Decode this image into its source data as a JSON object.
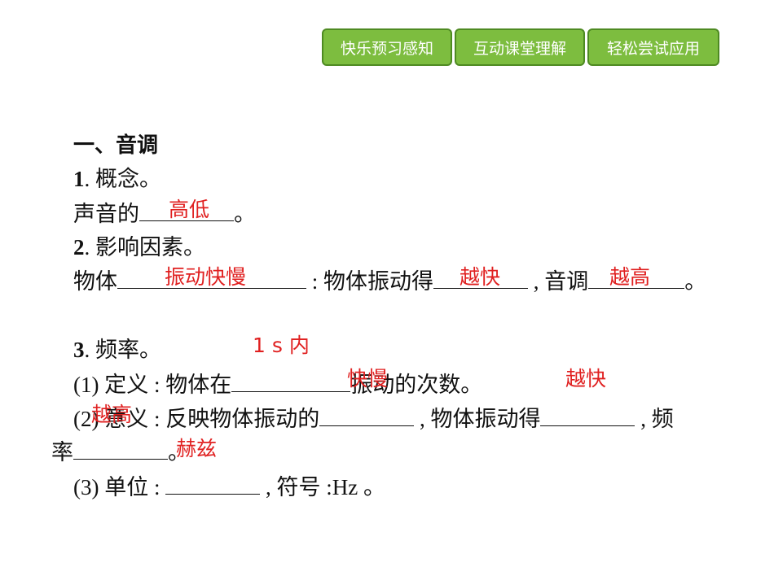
{
  "nav": {
    "tabs": [
      "快乐预习感知",
      "互动课堂理解",
      "轻松尝试应用"
    ]
  },
  "content": {
    "heading": "一、音调",
    "item1": {
      "num": "1",
      "text": ". 概念。"
    },
    "line_concept": {
      "before": "声音的",
      "after": "。"
    },
    "item2": {
      "num": "2",
      "text": ". 影响因素。"
    },
    "line_factor": {
      "before": "物体",
      "mid1": " : 物体振动得",
      "mid2": " , 音调",
      "after": "。"
    },
    "item3": {
      "num": "3",
      "text": ". 频率。"
    },
    "line_def": {
      "before": "(1) 定义 : 物体在",
      "after": "振动的次数。"
    },
    "line_meaning": {
      "before": "(2) 意义 : 反映物体振动的",
      "mid": " , 物体振动得",
      "after": " , 频"
    },
    "line_meaning2": {
      "before": "率",
      "after": "。"
    },
    "line_unit": {
      "before": "(3) 单位 : ",
      "after": " , 符号 :Hz 。"
    }
  },
  "answers": {
    "pitch_definition": "高低",
    "vibration_speed": "振动快慢",
    "vibrate_faster": "越快",
    "pitch_higher": "越高",
    "time_unit": "1 s 内",
    "reflects": "快慢",
    "faster2": "越快",
    "higher2": "越高",
    "unit": "赫兹"
  },
  "colors": {
    "tab_bg": "#7dbd3f",
    "tab_border": "#4e8a22",
    "answer_red": "#e02020"
  }
}
